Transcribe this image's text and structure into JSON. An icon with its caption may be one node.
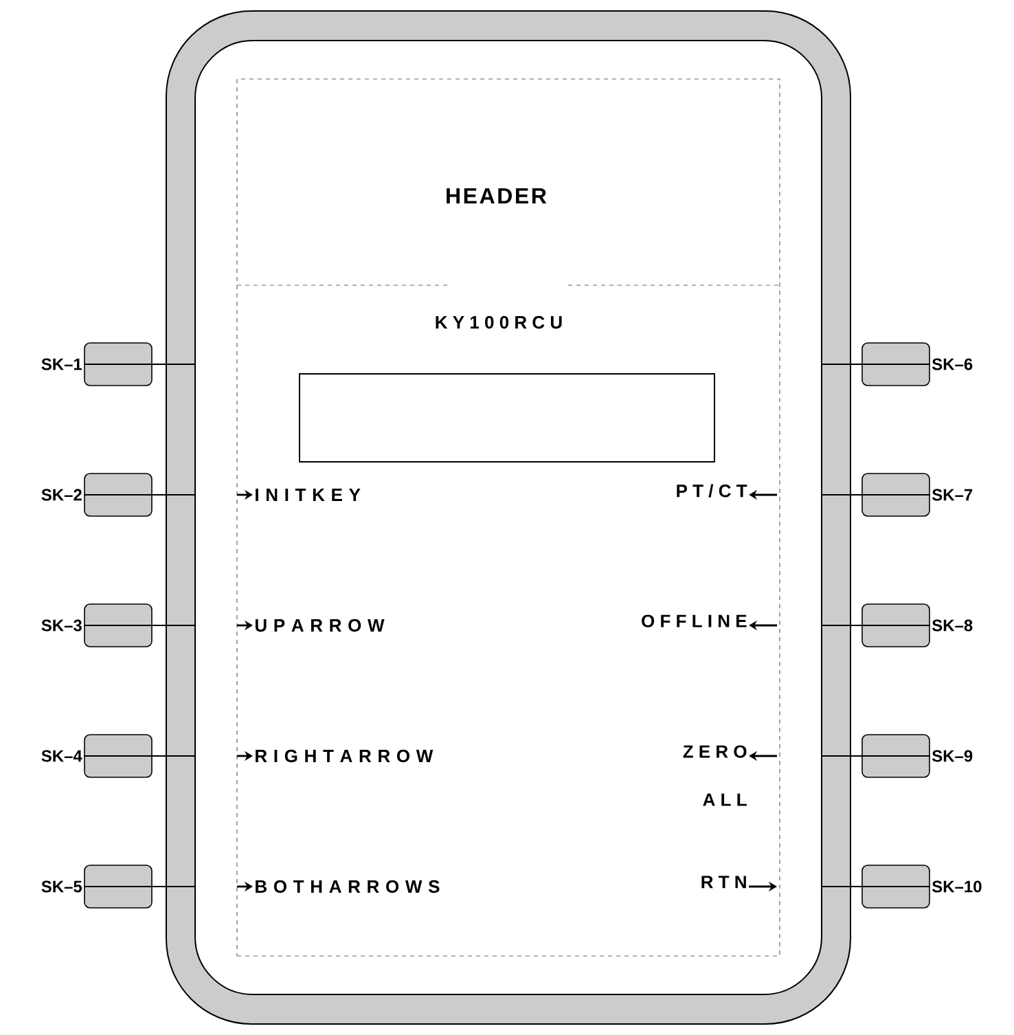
{
  "diagram": {
    "nodes": [
      {
        "text": [],
        "shape": "box"
      },
      {
        "text": [
          "HEADER",
          "K Y 1 0 0 R C U"
        ],
        "in": 0
      },
      {
        "text": [],
        "shape": "box",
        "in": 1
      },
      {
        "text": [
          "SK–1"
        ]
      },
      {
        "text": [
          "SK–2"
        ]
      },
      {
        "text": [
          "SK–3"
        ]
      },
      {
        "text": [
          "SK–4"
        ]
      },
      {
        "text": [
          "SK–5"
        ]
      },
      {
        "text": [
          "SK–6"
        ]
      },
      {
        "text": [
          "SK–7"
        ]
      },
      {
        "text": [
          "SK–8"
        ]
      },
      {
        "text": [
          "SK–9"
        ]
      },
      {
        "text": [
          "SK–10"
        ]
      },
      {
        "text": [
          "I N I T K E Y"
        ],
        "in": 1
      },
      {
        "text": [
          "U P A R R O W"
        ],
        "in": 1
      },
      {
        "text": [
          "R I G H T A R R O W"
        ],
        "in": 1
      },
      {
        "text": [
          "B O T H A R R O W S"
        ],
        "in": 1
      },
      {
        "text": [
          "P T / C T"
        ],
        "in": 1
      },
      {
        "text": [
          "O F F L I N E"
        ],
        "in": 1
      },
      {
        "text": [
          "Z E R O A L L"
        ],
        "in": 1
      },
      {
        "text": [
          "R T N"
        ],
        "in": 1
      }
    ],
    "edges": [
      {
        "from": 3,
        "to": 0,
        "arrow": "none"
      },
      {
        "from": 4,
        "to": 0,
        "arrow": "none"
      },
      {
        "from": 5,
        "to": 0,
        "arrow": "none"
      },
      {
        "from": 6,
        "to": 0,
        "arrow": "none"
      },
      {
        "from": 7,
        "to": 0,
        "arrow": "none"
      },
      {
        "from": 8,
        "to": 0,
        "arrow": "none"
      },
      {
        "from": 9,
        "to": 0,
        "arrow": "none"
      },
      {
        "from": 10,
        "to": 0,
        "arrow": "none"
      },
      {
        "from": 11,
        "to": 0,
        "arrow": "none"
      },
      {
        "from": 12,
        "to": 0,
        "arrow": "none"
      },
      {
        "from": null,
        "to": 13,
        "arrow": "to"
      },
      {
        "from": null,
        "to": 14,
        "arrow": "to"
      },
      {
        "from": null,
        "to": 15,
        "arrow": "to"
      },
      {
        "from": null,
        "to": 16,
        "arrow": "to"
      },
      {
        "from": null,
        "to": 17,
        "arrow": "to"
      },
      {
        "from": null,
        "to": 18,
        "arrow": "to"
      },
      {
        "from": null,
        "to": 19,
        "arrow": "to"
      },
      {
        "from": 20,
        "to": null,
        "arrow": "to"
      }
    ]
  }
}
